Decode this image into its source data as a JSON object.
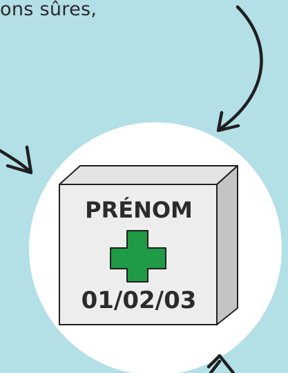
{
  "illustration": {
    "top_text": "ons sûres,",
    "box": {
      "name_label": "PRÉNOM",
      "date_label": "01/02/03",
      "cross_icon": "green-cross-icon"
    },
    "colors": {
      "background": "#b3dfe6",
      "circle": "#ffffff",
      "box_front": "#ededed",
      "box_side": "#c4c4c4",
      "cross": "#1f9a45",
      "outline": "#1f1f1f"
    }
  }
}
